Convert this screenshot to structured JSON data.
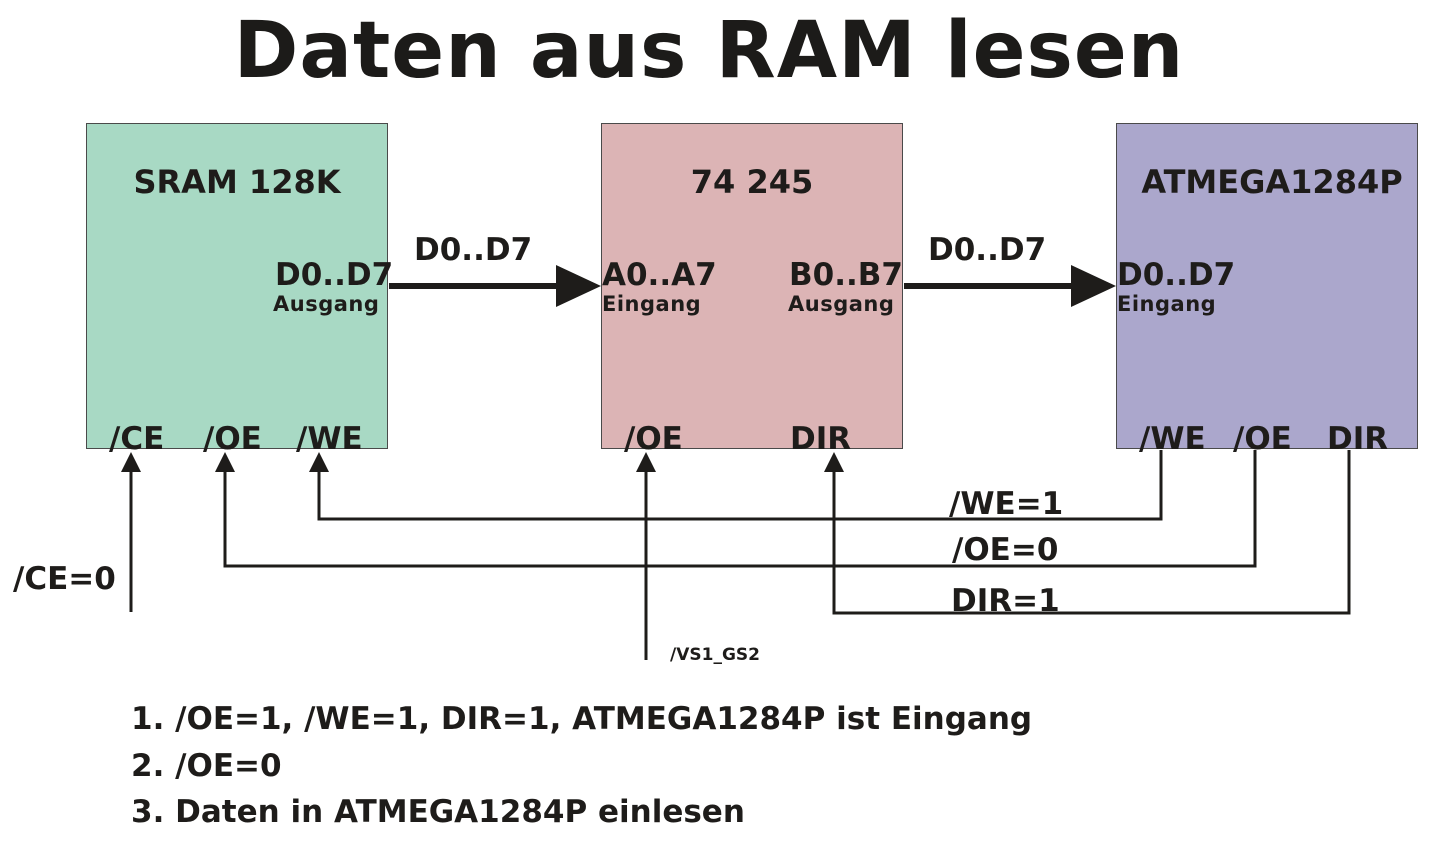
{
  "title": "Daten aus RAM lesen",
  "colors": {
    "sram": "#a8d9c4",
    "buffer": "#dcb4b5",
    "mcu": "#aba7cc",
    "ink": "#1e1c1a"
  },
  "blocks": {
    "sram": {
      "title": "SRAM 128K",
      "data_pin": "D0..D7",
      "data_dir": "Ausgang",
      "ctrl": [
        "/CE",
        "/OE",
        "/WE"
      ]
    },
    "buffer": {
      "title": "74 245",
      "a_pin": "A0..A7",
      "a_dir": "Eingang",
      "b_pin": "B0..B7",
      "b_dir": "Ausgang",
      "ctrl": [
        "/OE",
        "DIR"
      ]
    },
    "mcu": {
      "title": "ATMEGA1284P",
      "data_pin": "D0..D7",
      "data_dir": "Eingang",
      "ctrl": [
        "/WE",
        "/OE",
        "DIR"
      ]
    }
  },
  "bus_labels": [
    "D0..D7",
    "D0..D7"
  ],
  "signals": {
    "ce": "/CE=0",
    "we": "/WE=1",
    "oe": "/OE=0",
    "dir": "DIR=1",
    "buffer_oe": "/VS1_GS2"
  },
  "steps": [
    "1. /OE=1, /WE=1, DIR=1, ATMEGA1284P ist Eingang",
    "2. /OE=0",
    "3. Daten in ATMEGA1284P einlesen"
  ]
}
